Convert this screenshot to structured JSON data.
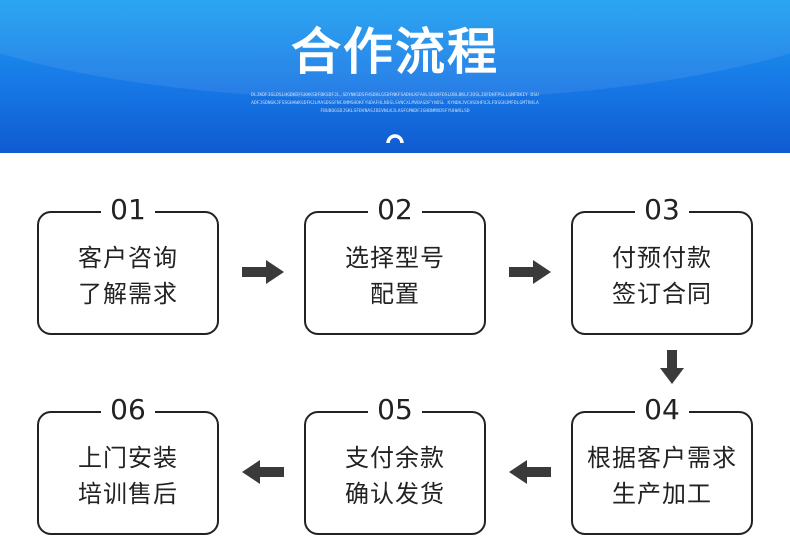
{
  "header": {
    "title": "合作流程",
    "subtitle": "DLJKDFJGLDSLHGDKDFGHAKSDFBKSDFJL,SDYNKSDSFHSDHLGSDFNKFSADHLKFAHLSDGHFDSLDBLBKLFJOSLJOFDHFPSLLGNFDKIY DSUADFJSDNGKJFSSGHAWKSDFKJLMASDSGFNCXNMSHDKFYUDAFHLNDSLSVNCXLMVBASDFYHDSL KYNDKJVCHSDHFUJLFDSGHJMFDLGMTRHLAFBUBOGSDJSKLSFDVNASJDEVNLKJLASFGMKDFJGHBNMXDSFYUHWSLSD"
  },
  "steps": [
    {
      "num": "01",
      "lines": [
        "客户咨询",
        "了解需求"
      ]
    },
    {
      "num": "02",
      "lines": [
        "选择型号",
        "配置"
      ]
    },
    {
      "num": "03",
      "lines": [
        "付预付款",
        "签订合同"
      ]
    },
    {
      "num": "04",
      "lines": [
        "根据客户需求",
        "生产加工"
      ]
    },
    {
      "num": "05",
      "lines": [
        "支付余款",
        "确认发货"
      ]
    },
    {
      "num": "06",
      "lines": [
        "上门安装",
        "培训售后"
      ]
    }
  ],
  "colors": {
    "banner_top": "#1a9ff0",
    "banner_bottom": "#0f5bd0",
    "stroke": "#222222",
    "arrow": "#3a3a3a"
  },
  "icons": [
    "chevron-up-icon",
    "arrow-right-icon",
    "arrow-down-icon",
    "arrow-left-icon"
  ]
}
